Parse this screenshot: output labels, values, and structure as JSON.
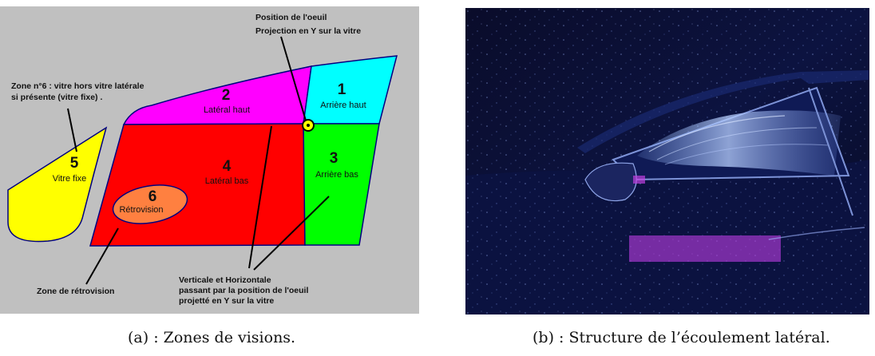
{
  "figure_a": {
    "zones": [
      {
        "number": "1",
        "label": "Arrière haut",
        "color": "#00ffff"
      },
      {
        "number": "2",
        "label": "Latéral haut",
        "color": "#ff00ff"
      },
      {
        "number": "3",
        "label": "Arrière bas",
        "color": "#00ff00"
      },
      {
        "number": "4",
        "label": "Latéral bas",
        "color": "#ff0000"
      },
      {
        "number": "5",
        "label": "Vitre fixe",
        "color": "#ffff00"
      },
      {
        "number": "6",
        "label": "Rétrovision",
        "color": "#ff8040"
      }
    ],
    "annotations": {
      "eye_line1": "Position de l'oeuil",
      "eye_line2": "Projection en Y sur la vitre",
      "zone6_line1": "Zone n°6 : vitre hors vitre latérale",
      "zone6_line2": "si présente (vitre fixe) .",
      "retro": "Zone de rétrovision",
      "axes_line1": "Verticale et Horizontale",
      "axes_line2": "passant par la position de l'oeuil",
      "axes_line3": "projetté en Y sur la vitre"
    },
    "background_color": "#c0c0c0",
    "caption": "(a) : Zones de visions."
  },
  "figure_b": {
    "caption": "(b) : Structure de l’écoulement latéral."
  }
}
